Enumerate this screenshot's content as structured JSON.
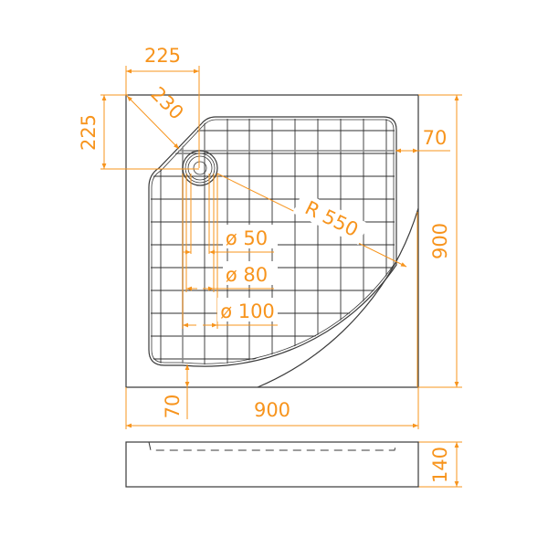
{
  "drawing": {
    "title": "Quarter-round shower tray dimension drawing",
    "accent_color": "#f7941d",
    "line_color": "#3a3a3a",
    "dimensions": {
      "corner_width": "225",
      "corner_height": "225",
      "corner_diagonal": "230",
      "right_rim": "70",
      "total_height": "900",
      "radius": "R 550",
      "drain_50": "ø 50",
      "drain_80": "ø 80",
      "drain_100": "ø 100",
      "bottom_rim": "70",
      "total_width": "900",
      "tray_depth": "140"
    }
  }
}
